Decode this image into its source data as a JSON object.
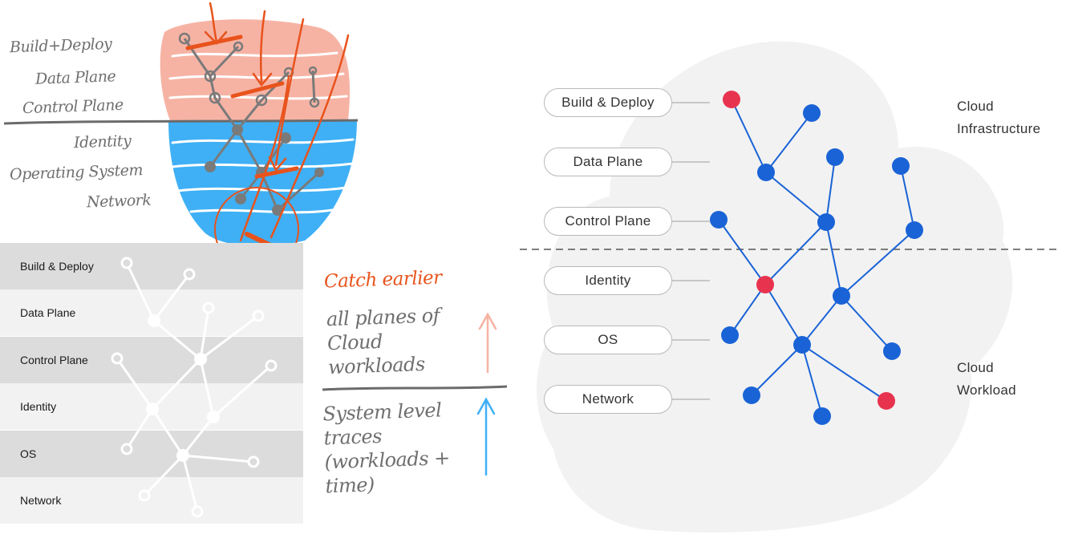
{
  "sketch": {
    "labels": [
      "Build+Deploy",
      "Data Plane",
      "Control Plane",
      "Identity",
      "Operating System",
      "Network"
    ]
  },
  "notes": {
    "catch_earlier": "Catch earlier",
    "all_planes": "all planes of Cloud workloads",
    "system_level": "System level traces (workloads + time)"
  },
  "table": {
    "rows": [
      "Build & Deploy",
      "Data Plane",
      "Control Plane",
      "Identity",
      "OS",
      "Network"
    ]
  },
  "diagram": {
    "layers": [
      "Build & Deploy",
      "Data Plane",
      "Control Plane",
      "Identity",
      "OS",
      "Network"
    ],
    "regions": {
      "infra": [
        "Cloud",
        "Infrastructure"
      ],
      "workload": [
        "Cloud",
        "Workload"
      ]
    }
  },
  "colors": {
    "node_blue": "#1a63d6",
    "node_red": "#e8334f",
    "cloud_gray": "#f2f2f2",
    "sketch_salmon": "#f6b3a4",
    "sketch_blue": "#3fb0f5",
    "accent_orange": "#e8531c"
  }
}
